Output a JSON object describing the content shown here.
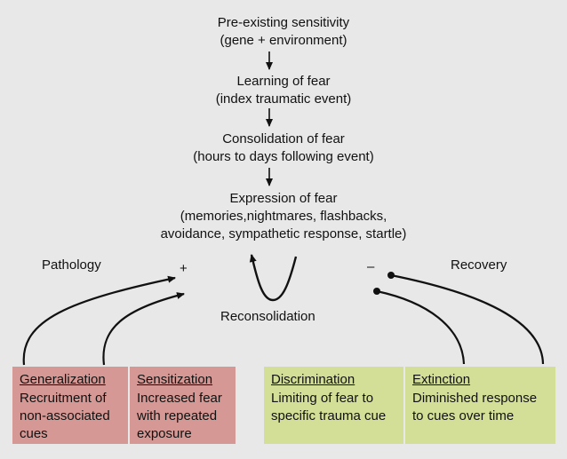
{
  "steps": [
    {
      "title": "Pre-existing sensitivity",
      "detail": "(gene + environment)"
    },
    {
      "title": "Learning of fear",
      "detail": "(index traumatic event)"
    },
    {
      "title": "Consolidation of fear",
      "detail": "(hours to days following event)"
    },
    {
      "title": "Expression of fear",
      "detail": "(memories,nightmares, flashbacks,",
      "detail2": "avoidance, sympathetic response, startle)"
    }
  ],
  "labels": {
    "pathology": "Pathology",
    "recovery": "Recovery",
    "reconsolidation": "Reconsolidation",
    "plus": "+",
    "minus": "–"
  },
  "boxes": [
    {
      "heading": "Generalization",
      "text": "Recruitment of\nnon-associated\ncues",
      "color": "#d59894"
    },
    {
      "heading": "Sensitization",
      "text": "Increased fear\nwith repeated\nexposure",
      "color": "#d59894"
    },
    {
      "heading": "Discrimination",
      "text": "Limiting of fear to\nspecific trauma cue",
      "color": "#d3df97"
    },
    {
      "heading": "Extinction",
      "text": "Diminished response\nto cues over time",
      "color": "#d3df97"
    }
  ]
}
